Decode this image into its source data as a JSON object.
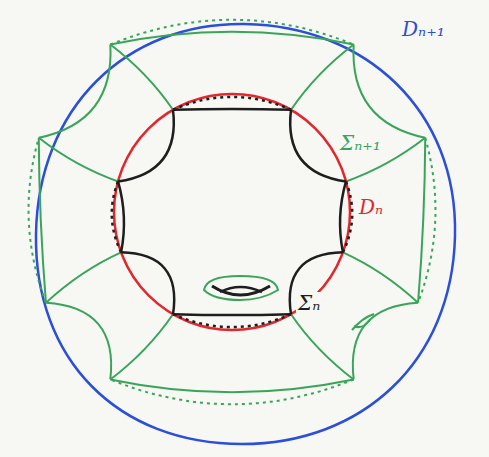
{
  "diagram": {
    "labels": [
      "Dₙ₊₁",
      "Σₙ₊₁",
      "Dₙ",
      "Σₙ"
    ]
  }
}
